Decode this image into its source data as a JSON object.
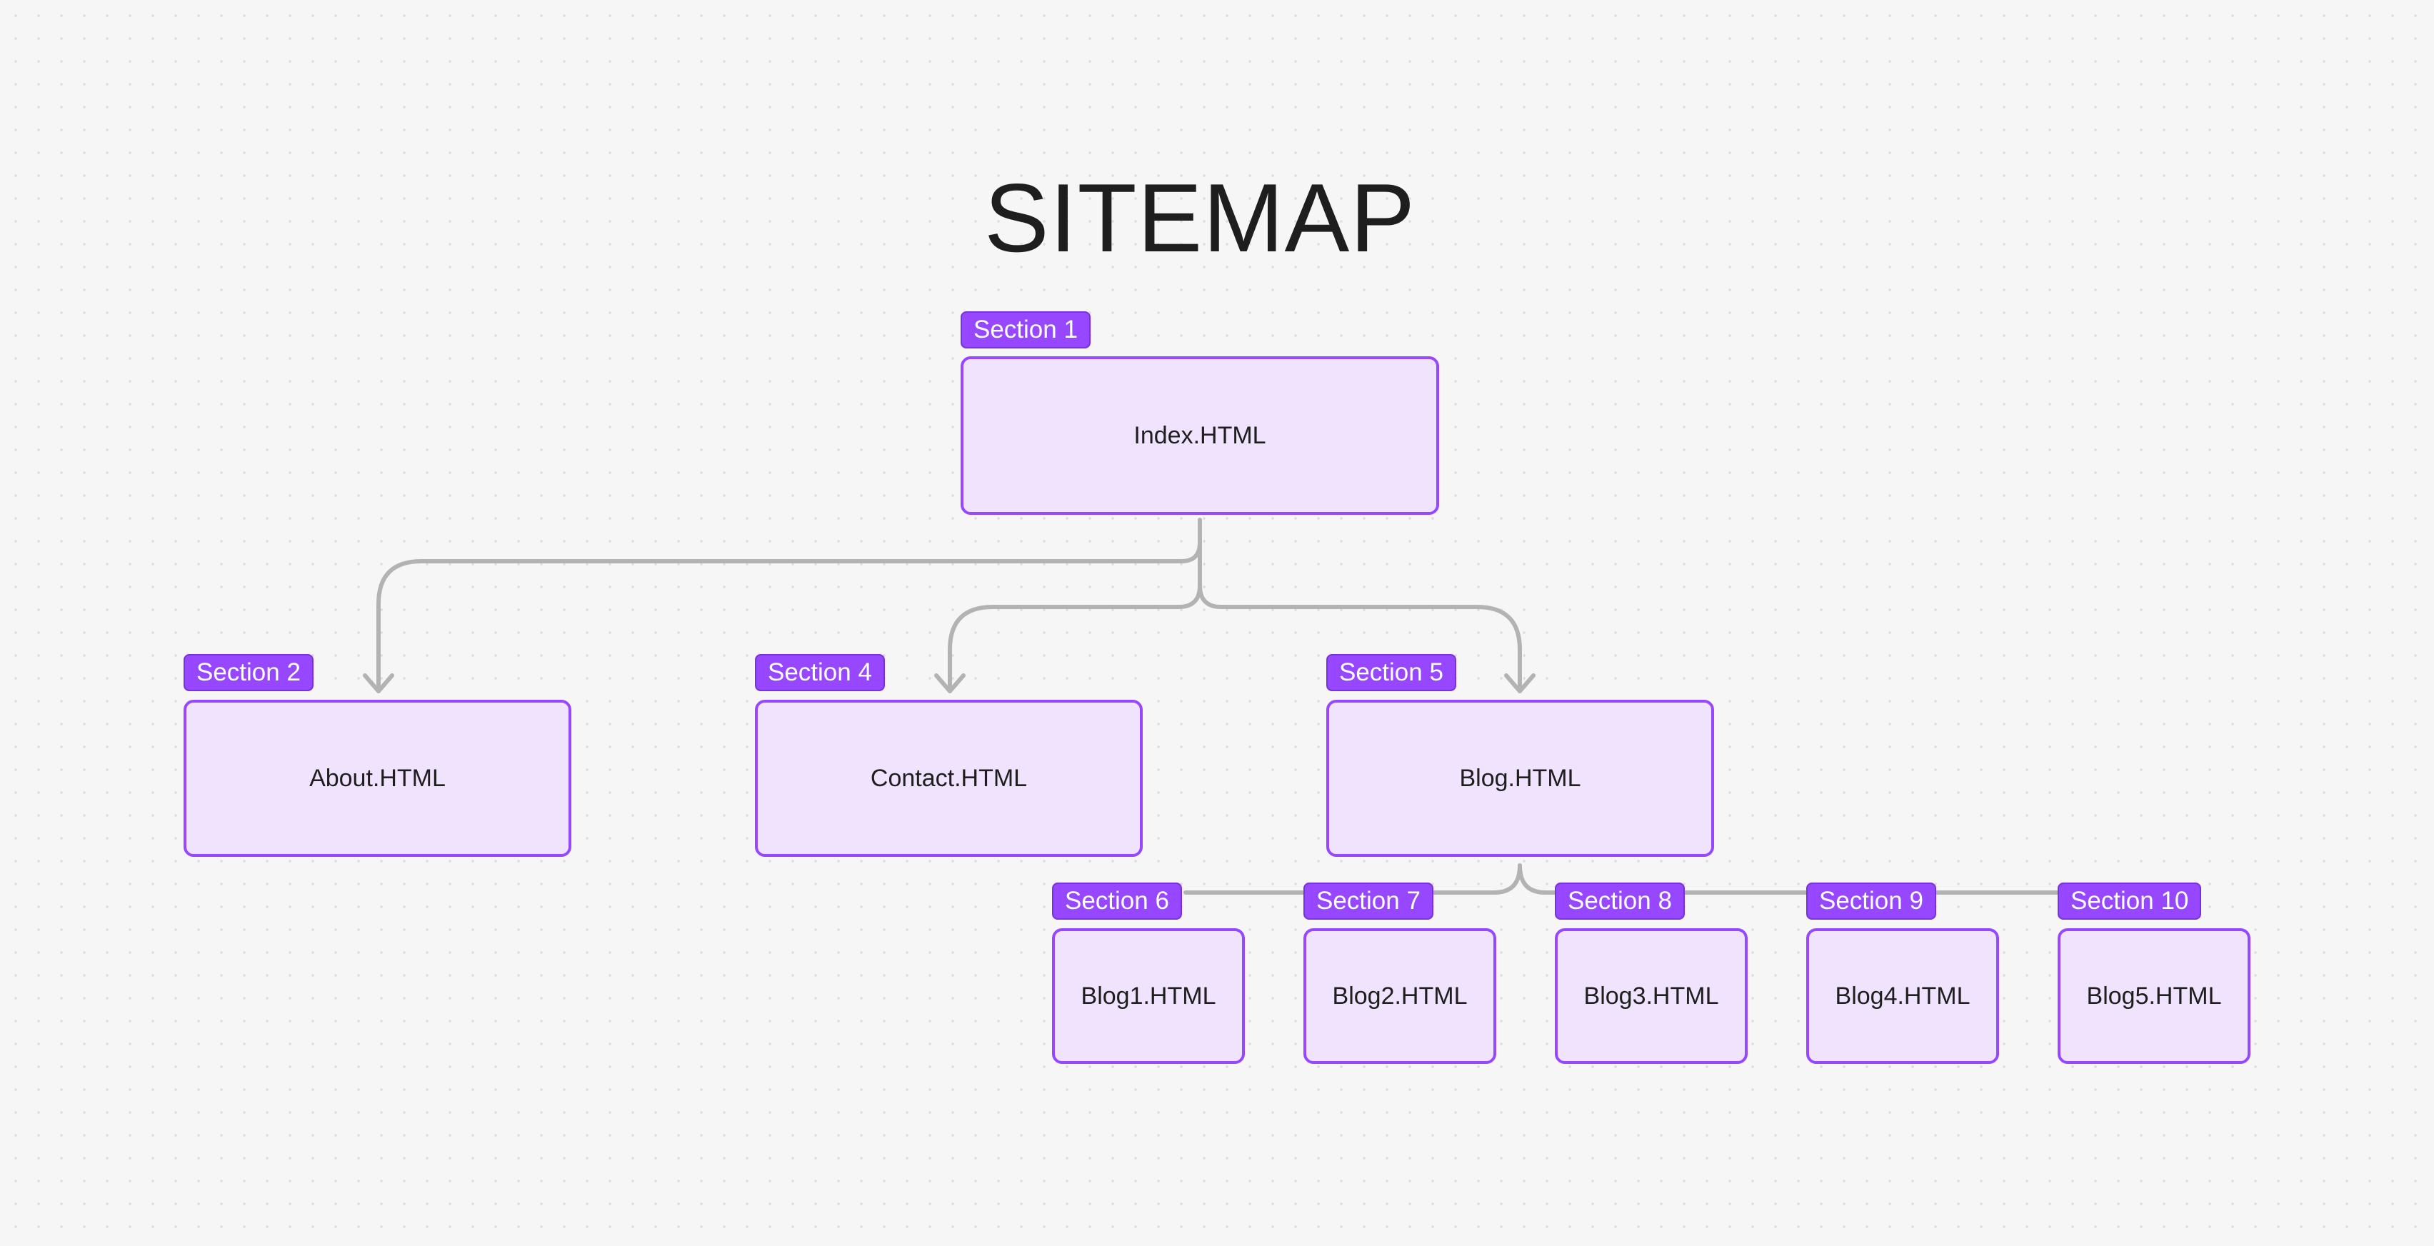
{
  "diagram": {
    "title": "SITEMAP",
    "colors": {
      "accent": "#9747ff",
      "node_fill": "#efe3fe",
      "connector": "#b3b3b3",
      "background": "#f7f6f7"
    },
    "root": {
      "section": "Section 1",
      "page": "Index.HTML"
    },
    "level1": [
      {
        "section": "Section 2",
        "page": "About.HTML"
      },
      {
        "section": "Section 4",
        "page": "Contact.HTML"
      },
      {
        "section": "Section 5",
        "page": "Blog.HTML"
      }
    ],
    "blog_children": [
      {
        "section": "Section 6",
        "page": "Blog1.HTML"
      },
      {
        "section": "Section 7",
        "page": "Blog2.HTML"
      },
      {
        "section": "Section 8",
        "page": "Blog3.HTML"
      },
      {
        "section": "Section 9",
        "page": "Blog4.HTML"
      },
      {
        "section": "Section 10",
        "page": "Blog5.HTML"
      }
    ]
  }
}
